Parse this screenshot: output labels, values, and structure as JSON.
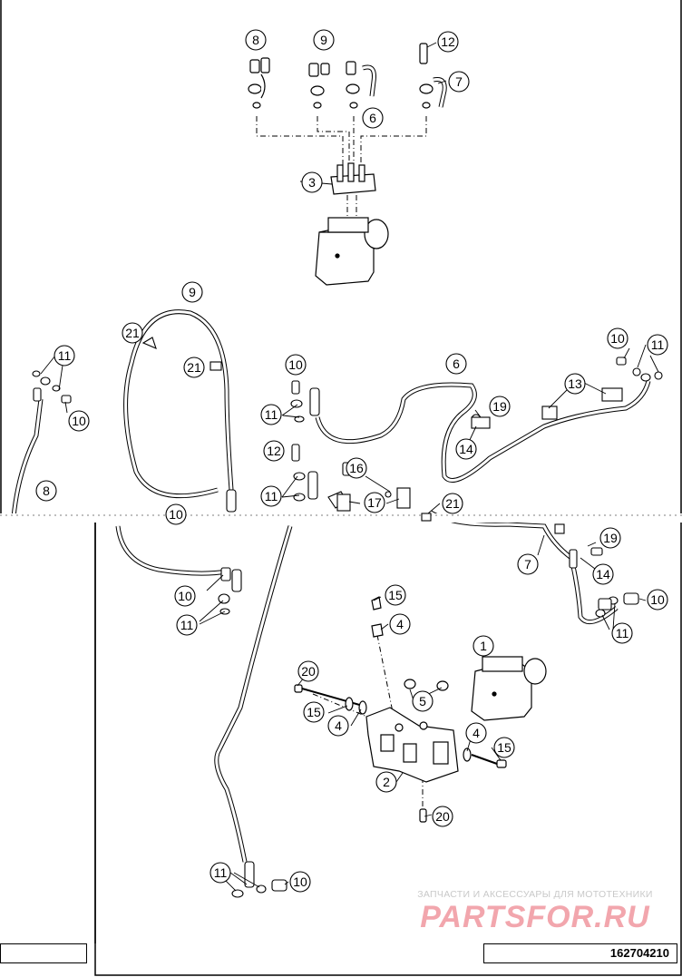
{
  "callouts": [
    {
      "label": "8"
    },
    {
      "label": "9"
    },
    {
      "label": "12"
    },
    {
      "label": "7"
    },
    {
      "label": "6"
    },
    {
      "label": "3"
    },
    {
      "label": "9"
    },
    {
      "label": "21"
    },
    {
      "label": "21"
    },
    {
      "label": "11"
    },
    {
      "label": "10"
    },
    {
      "label": "10"
    },
    {
      "label": "11"
    },
    {
      "label": "6"
    },
    {
      "label": "19"
    },
    {
      "label": "14"
    },
    {
      "label": "13"
    },
    {
      "label": "10"
    },
    {
      "label": "11"
    },
    {
      "label": "12"
    },
    {
      "label": "16"
    },
    {
      "label": "17"
    },
    {
      "label": "11"
    },
    {
      "label": "8"
    },
    {
      "label": "10"
    },
    {
      "label": "21"
    },
    {
      "label": "7"
    },
    {
      "label": "19"
    },
    {
      "label": "14"
    },
    {
      "label": "10"
    },
    {
      "label": "11"
    },
    {
      "label": "10"
    },
    {
      "label": "11"
    },
    {
      "label": "15"
    },
    {
      "label": "4"
    },
    {
      "label": "1"
    },
    {
      "label": "20"
    },
    {
      "label": "5"
    },
    {
      "label": "15"
    },
    {
      "label": "4"
    },
    {
      "label": "4"
    },
    {
      "label": "15"
    },
    {
      "label": "2"
    },
    {
      "label": "20"
    },
    {
      "label": "11"
    },
    {
      "label": "10"
    }
  ],
  "footer": {
    "part_number": "162704210"
  },
  "watermark": {
    "tagline": "ЗАПЧАСТИ И АКСЕССУАРЫ ДЛЯ МОТОТЕХНИКИ",
    "logo": "PARTSFOR.RU"
  }
}
